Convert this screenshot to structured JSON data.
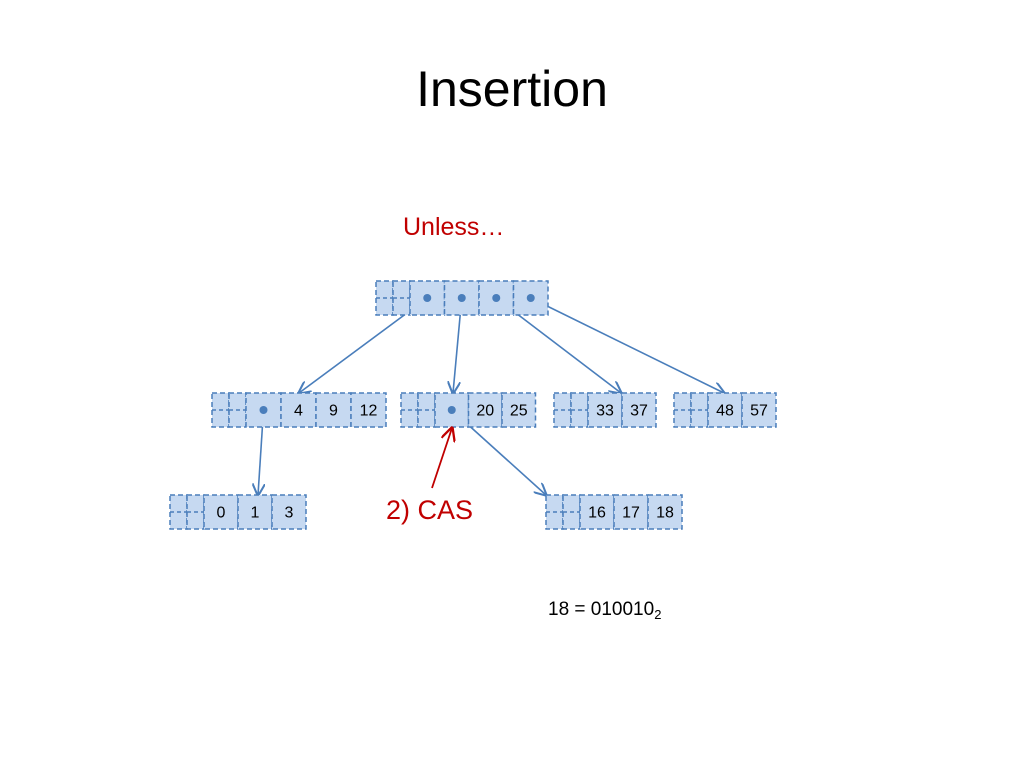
{
  "slide": {
    "title": "Insertion",
    "subtitle": "Unless…",
    "cas_label": "2) CAS",
    "formula_main": "18 = 010010",
    "formula_subscript": "2"
  },
  "diagram": {
    "colors": {
      "node_fill": "#c6d9f1",
      "node_stroke": "#4a7ebb",
      "arrow": "#4a7ebb",
      "highlight": "#c00000"
    },
    "nodes": [
      {
        "id": "root",
        "cells": [
          "",
          "",
          "",
          ""
        ]
      },
      {
        "id": "node-4-9-12",
        "cells": [
          "",
          "4",
          "9",
          "12"
        ]
      },
      {
        "id": "node-20-25",
        "cells": [
          "",
          "20",
          "25"
        ]
      },
      {
        "id": "node-33-37",
        "cells": [
          "33",
          "37"
        ]
      },
      {
        "id": "node-48-57",
        "cells": [
          "48",
          "57"
        ]
      },
      {
        "id": "node-0-1-3",
        "cells": [
          "0",
          "1",
          "3"
        ]
      },
      {
        "id": "node-16-17-18",
        "cells": [
          "16",
          "17",
          "18"
        ]
      }
    ],
    "pointers": [
      {
        "from": "root.0",
        "to": "node-4-9-12"
      },
      {
        "from": "root.1",
        "to": "node-20-25"
      },
      {
        "from": "root.2",
        "to": "node-33-37"
      },
      {
        "from": "root.3",
        "to": "node-48-57"
      },
      {
        "from": "node-4-9-12.0",
        "to": "node-0-1-3"
      },
      {
        "from": "node-20-25.0",
        "to": "node-16-17-18"
      }
    ]
  }
}
